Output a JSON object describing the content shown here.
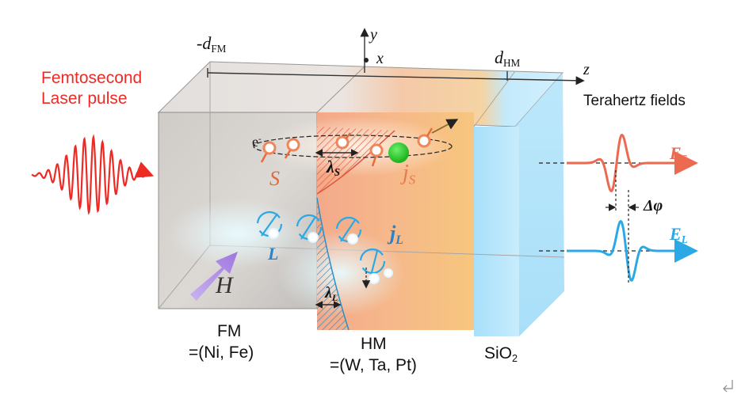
{
  "laser": {
    "line1": "Femtosecond",
    "line2": "Laser pulse"
  },
  "axes": {
    "y": "y",
    "x": "x",
    "z": "z",
    "d_fm_prefix": "-d",
    "d_fm_sub": "FM",
    "d_hm_prefix": "d",
    "d_hm_sub": "HM"
  },
  "thz": {
    "title": "Terahertz fields",
    "es_main": "E",
    "es_sub": "S",
    "el_main": "E",
    "el_sub": "L",
    "delta_phi": "Δφ"
  },
  "labels": {
    "electron": "e",
    "electron_sup": "-",
    "s": "S",
    "js_main": "j",
    "js_sub": "S",
    "lambda_s": "λ",
    "lambda_s_sub": "S",
    "lambda_l": "λ",
    "lambda_l_sub": "L",
    "l": "L",
    "jl_main": "j",
    "jl_sub": "L",
    "h": "H"
  },
  "layers": {
    "fm_title": "FM",
    "fm_comp": "=(Ni, Fe)",
    "hm_title": "HM",
    "hm_comp": "=(W, Ta, Pt)",
    "sio_main": "SiO",
    "sio_sub": "2"
  },
  "colors": {
    "laser": "#ee2a24",
    "es": "#ec6a50",
    "el": "#2aa9e6",
    "js_dot": "#2ecc2e",
    "h_arrow": "#b48ee6"
  }
}
